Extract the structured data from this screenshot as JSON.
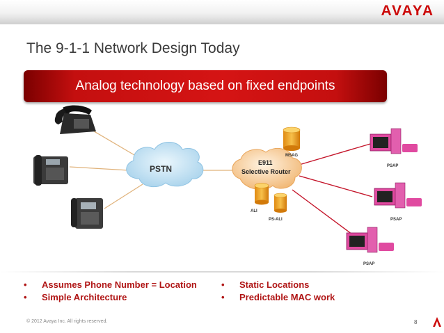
{
  "header": {
    "logo_text": "AVAYA"
  },
  "slide": {
    "title": "The 9-1-1 Network Design Today",
    "banner": "Analog technology based on fixed endpoints"
  },
  "diagram": {
    "cloud_label": "PSTN",
    "router_line1": "E911",
    "router_line2": "Selective Router",
    "db_msag": "MSAG",
    "db_ali": "ALI",
    "db_psali": "PS-ALI",
    "psap_label": "PSAP"
  },
  "bullets_left": [
    "Assumes Phone Number = Location",
    "Simple Architecture"
  ],
  "bullets_right": [
    "Static Locations",
    "Predictable MAC work"
  ],
  "bullet_glyph": "•",
  "footer": {
    "copyright": "© 2012 Avaya Inc. All rights reserved.",
    "page_number": "8"
  },
  "colors": {
    "brand_red": "#cc0a0a",
    "line_orange": "#e0b27a",
    "line_red": "#c4152a",
    "cloud_blue": "#bfe0f2",
    "router_orange": "#f6c48a"
  }
}
